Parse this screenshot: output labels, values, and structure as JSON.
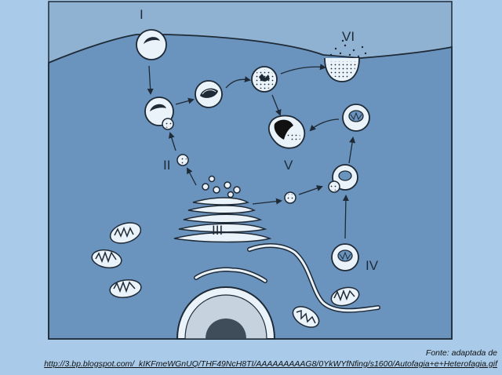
{
  "labels": {
    "I": "I",
    "II": "II",
    "III": "III",
    "IV": "IV",
    "V": "V",
    "VI": "VI"
  },
  "caption": {
    "source": "Fonte: adaptada de",
    "url": "http://3.bp.blogspot.com/_kIKFmeWGnUQ/THF49NcH8TI/AAAAAAAAAG8/0YkWYfNfing/s1600/Autofagia+e+Heterofagia.gif"
  },
  "colors": {
    "page": "#a9cbe9",
    "panel": "#8fb1d2",
    "cytoplasm": "#6a93be",
    "outline": "#1e2a36",
    "vesicle": "#eaf2fa"
  }
}
